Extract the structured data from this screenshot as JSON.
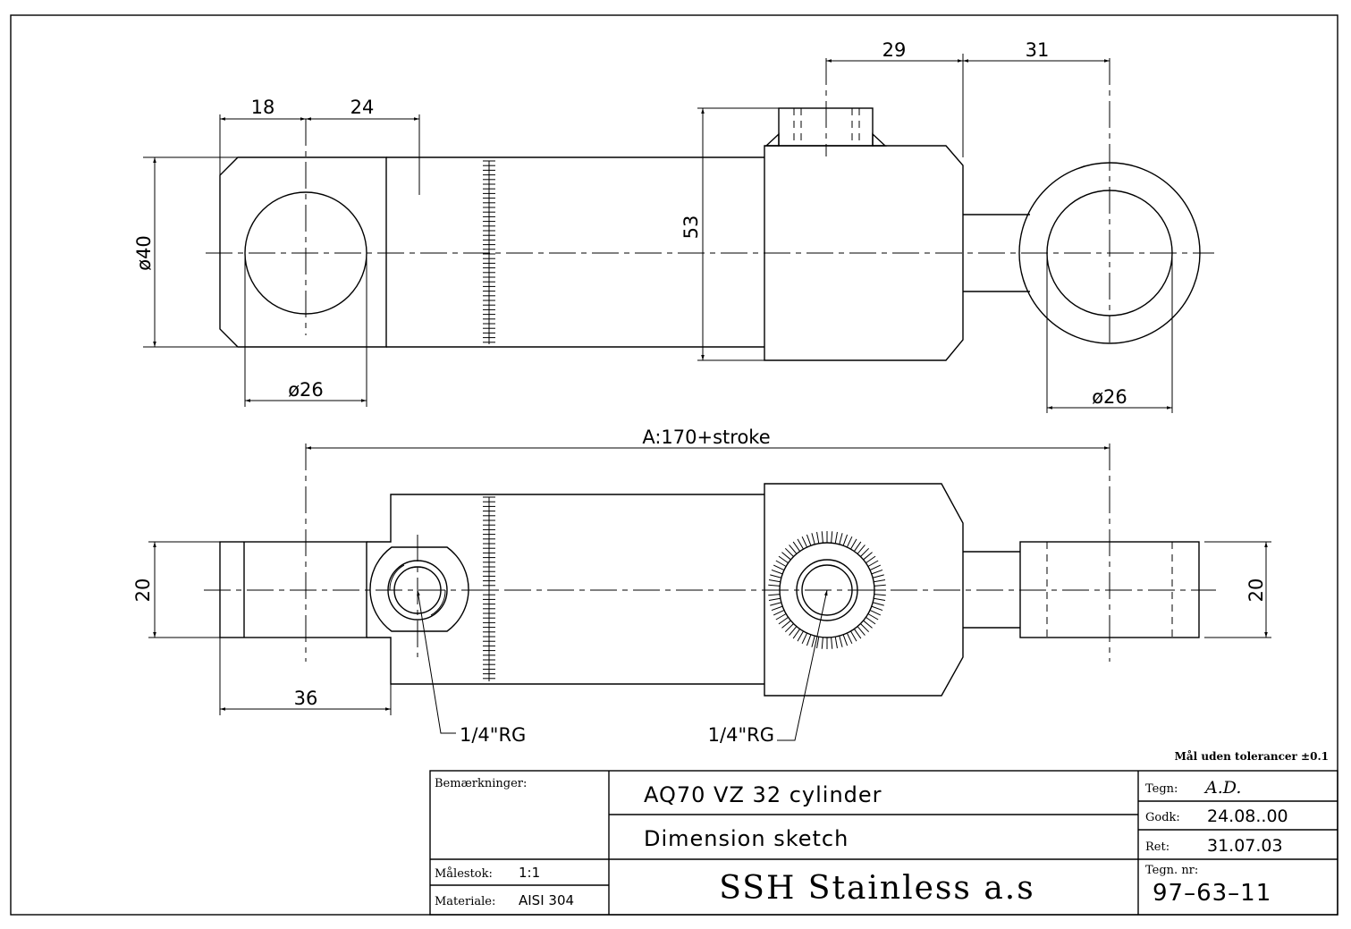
{
  "dimensions": {
    "top_18": "18",
    "top_24": "24",
    "top_29": "29",
    "top_31": "31",
    "dia_40": "ø40",
    "height_53": "53",
    "dia_26_left": "ø26",
    "dia_26_right": "ø26",
    "length_a": "A:170+stroke",
    "width_20_left": "20",
    "width_20_right": "20",
    "len_36": "36",
    "port_left": "1/4\"RG",
    "port_right": "1/4\"RG"
  },
  "tolerance_note": "Mål uden tolerancer ±0.1",
  "title_block": {
    "remarks_label": "Bemærkninger:",
    "title": "AQ70  VZ  32  cylinder",
    "subtitle": "Dimension  sketch",
    "scale_label": "Målestok:",
    "scale_value": "1:1",
    "material_label": "Materiale:",
    "material_value": "AISI  304",
    "company": "SSH  Stainless  a.s",
    "drawn_label": "Tegn:",
    "drawn_value": "A.D.",
    "approved_label": "Godk:",
    "approved_value": "24.08..00",
    "revised_label": "Ret:",
    "revised_value": "31.07.03",
    "drawing_no_label": "Tegn. nr:",
    "drawing_no_value": "97–63–11"
  }
}
